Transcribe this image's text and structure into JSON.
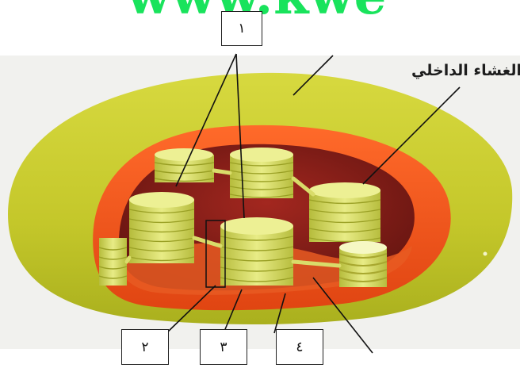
{
  "watermark": "www.kwe",
  "labels": {
    "inner_membrane": "الغشاء الداخلي",
    "box1": "١",
    "box2": "٢",
    "box3": "٣",
    "box4": "٤"
  },
  "colors": {
    "outer_membrane": "#c5c92a",
    "inner_membrane": "#f0531e",
    "stroma": "#8a1e1b",
    "grana": "#dde27a",
    "watermark": "#19e35c"
  }
}
